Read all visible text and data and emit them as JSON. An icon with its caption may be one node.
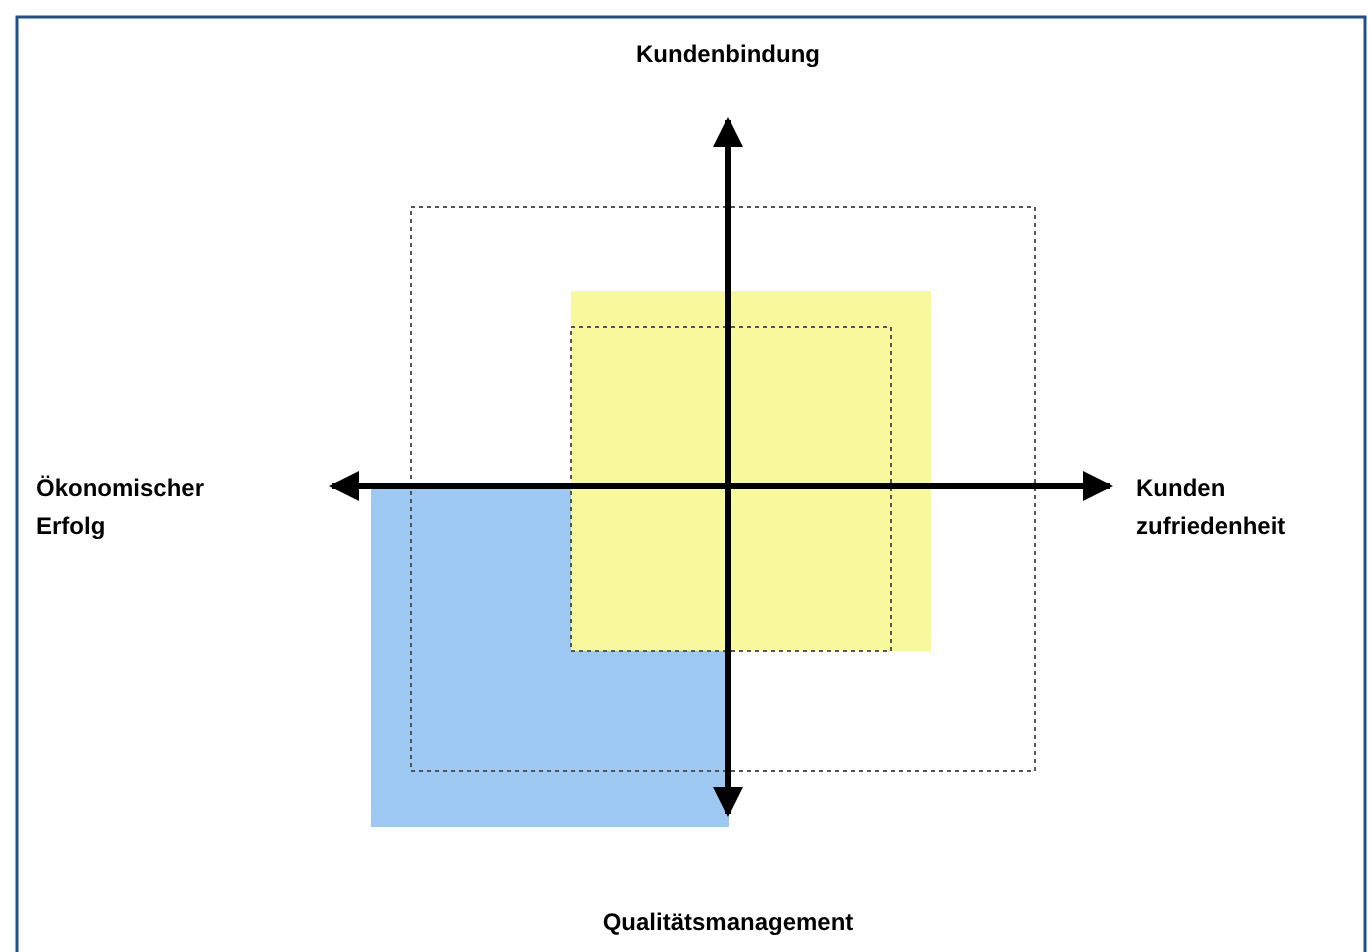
{
  "diagram": {
    "labels": [
      "Kundenbindung",
      "Ökonomischer Erfolg",
      "Kunden zufriedenheit",
      "Qualitätsmanagement"
    ]
  }
}
